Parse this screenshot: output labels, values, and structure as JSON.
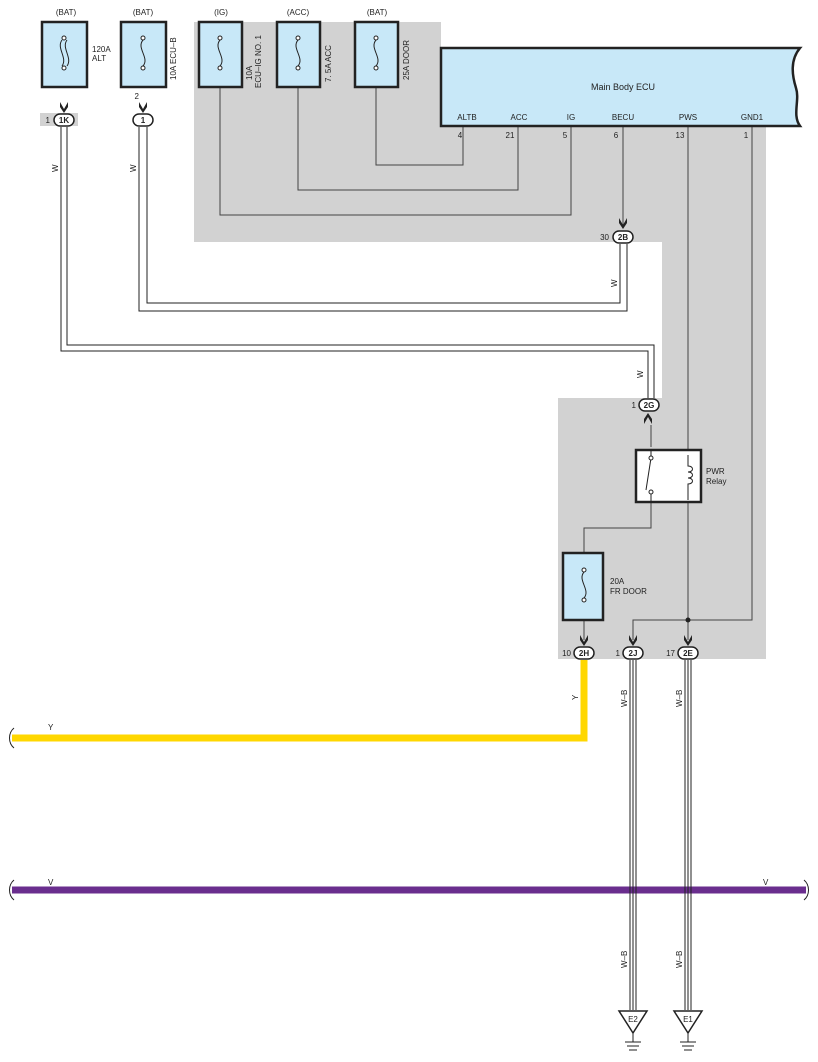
{
  "fuses": {
    "alt": {
      "source": "(BAT)",
      "rating": "120A",
      "name": "ALT"
    },
    "ecub": {
      "source": "(BAT)",
      "text": "10A ECU–B"
    },
    "ecuig": {
      "source": "(IG)",
      "rating": "10A",
      "name": "ECU–IG NO. 1"
    },
    "acc": {
      "source": "(ACC)",
      "text": "7. 5A ACC"
    },
    "door": {
      "source": "(BAT)",
      "text": "25A DOOR"
    },
    "frdoor": {
      "rating": "20A",
      "name": "FR DOOR"
    }
  },
  "ecu": {
    "title": "Main Body ECU",
    "pins": [
      {
        "name": "ALTB",
        "num": "4"
      },
      {
        "name": "ACC",
        "num": "21"
      },
      {
        "name": "IG",
        "num": "5"
      },
      {
        "name": "BECU",
        "num": "6"
      },
      {
        "name": "PWS",
        "num": "13"
      },
      {
        "name": "GND1",
        "num": "1"
      }
    ]
  },
  "relay": {
    "line1": "PWR",
    "line2": "Relay"
  },
  "connectors": {
    "c1k": {
      "pin": "1",
      "id": "1K"
    },
    "c1": {
      "pin": "2",
      "id": "1"
    },
    "c2b": {
      "pin": "30",
      "id": "2B"
    },
    "c2g": {
      "pin": "1",
      "id": "2G"
    },
    "c2h": {
      "pin": "10",
      "id": "2H"
    },
    "c2j": {
      "pin": "1",
      "id": "2J"
    },
    "c2e": {
      "pin": "17",
      "id": "2E"
    }
  },
  "wire_colors": {
    "w1": "W",
    "w2": "W",
    "w3": "W",
    "w4": "W",
    "y_vert": "Y",
    "y_horiz": "Y",
    "v_left": "V",
    "v_right": "V",
    "wb1": "W–B",
    "wb2": "W–B",
    "wb3": "W–B",
    "wb4": "W–B"
  },
  "grounds": {
    "e2": "E2",
    "e1": "E1"
  },
  "colors": {
    "fuse_fill": "#c8e8f8",
    "shade": "#d2d2d2",
    "yellow_wire": "#ffd700",
    "violet_wire": "#6a2e8e"
  }
}
